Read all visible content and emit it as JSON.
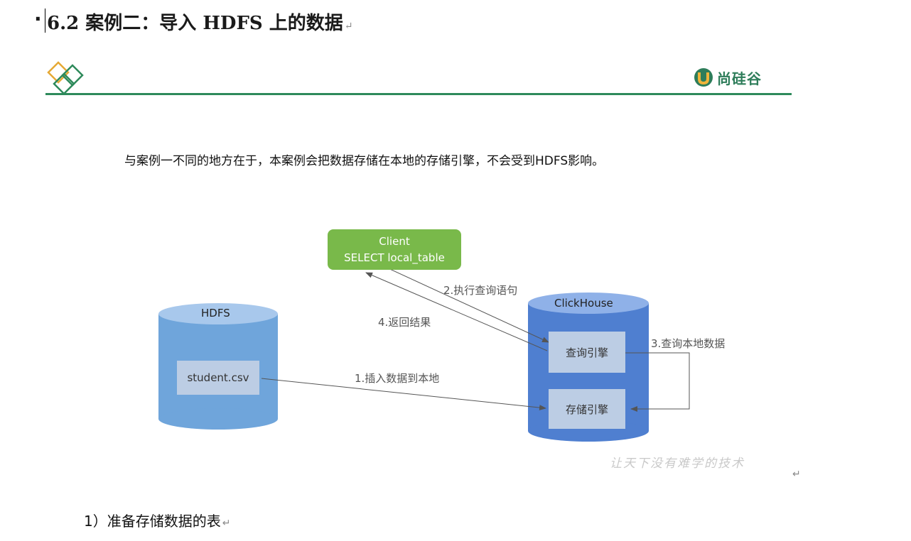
{
  "heading": {
    "bullet": "·",
    "title": "6.2  案例二：导入 HDFS 上的数据",
    "mark": "↵"
  },
  "slide": {
    "brand": "尚硅谷",
    "intro": "与案例一不同的地方在于，本案例会把数据存储在本地的存储引擎，不会受到HDFS影响。",
    "diagram": {
      "client": {
        "line1": "Client",
        "line2": "SELECT local_table"
      },
      "hdfs": {
        "title": "HDFS",
        "file": "student.csv"
      },
      "clickhouse": {
        "title": "ClickHouse",
        "query_engine": "查询引擎",
        "storage_engine": "存储引擎"
      },
      "arrows": {
        "step1": "1.插入数据到本地",
        "step2": "2.执行查询语句",
        "step3": "3.查询本地数据",
        "step4": "4.返回结果"
      }
    },
    "watermark": "让天下没有难学的技术"
  },
  "after_slide_mark": "↵",
  "step_heading": {
    "text": "1）准备存储数据的表",
    "mark": "↵"
  },
  "colors": {
    "accent_green": "#2e8a5b",
    "client_green": "#79b94a",
    "hdfs_blue": "#6fa5db",
    "clickhouse_blue": "#4f7fd0"
  }
}
